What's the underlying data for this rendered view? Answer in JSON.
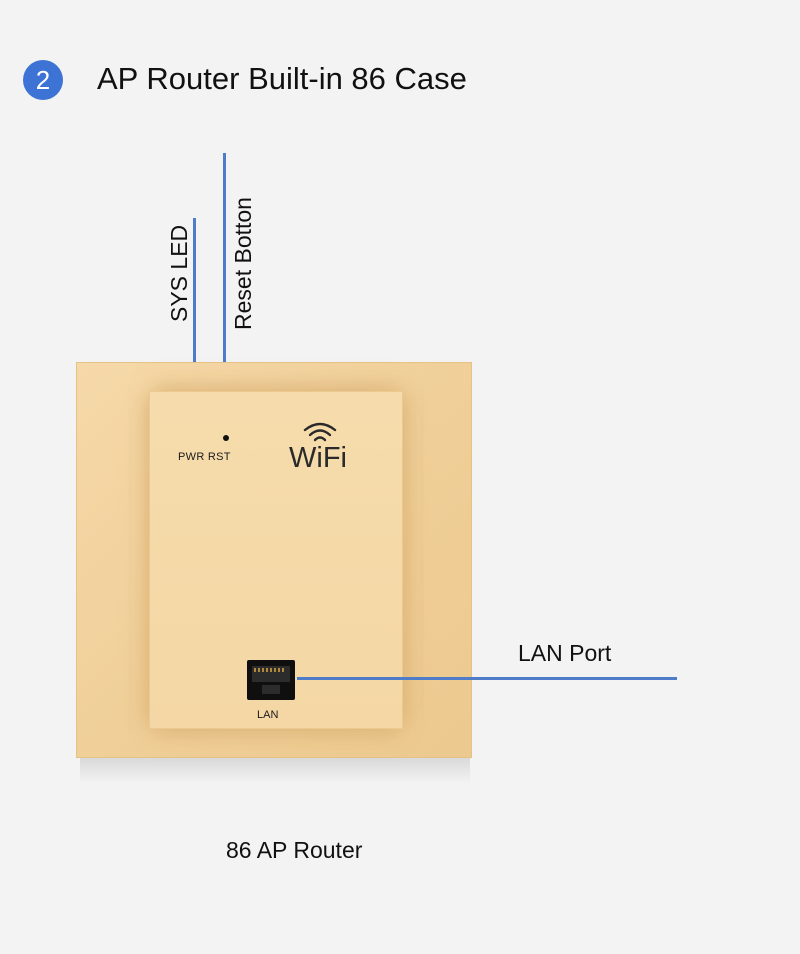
{
  "header": {
    "step_number": "2",
    "title": "AP Router Built-in 86 Case"
  },
  "callouts": {
    "sys_led": "SYS LED",
    "reset_button": "Reset Botton",
    "lan_port": "LAN Port"
  },
  "device": {
    "indicator_labels": "PWR RST",
    "logo_text": "WiFi",
    "port_label": "LAN"
  },
  "caption": "86 AP Router",
  "colors": {
    "badge": "#3d73d4",
    "callout_line": "#4f7cc9",
    "device_frame": "#f0cf99",
    "device_panel": "#f5d9a8"
  },
  "icons": {
    "logo": "wifi-icon",
    "port": "ethernet-port-icon"
  }
}
